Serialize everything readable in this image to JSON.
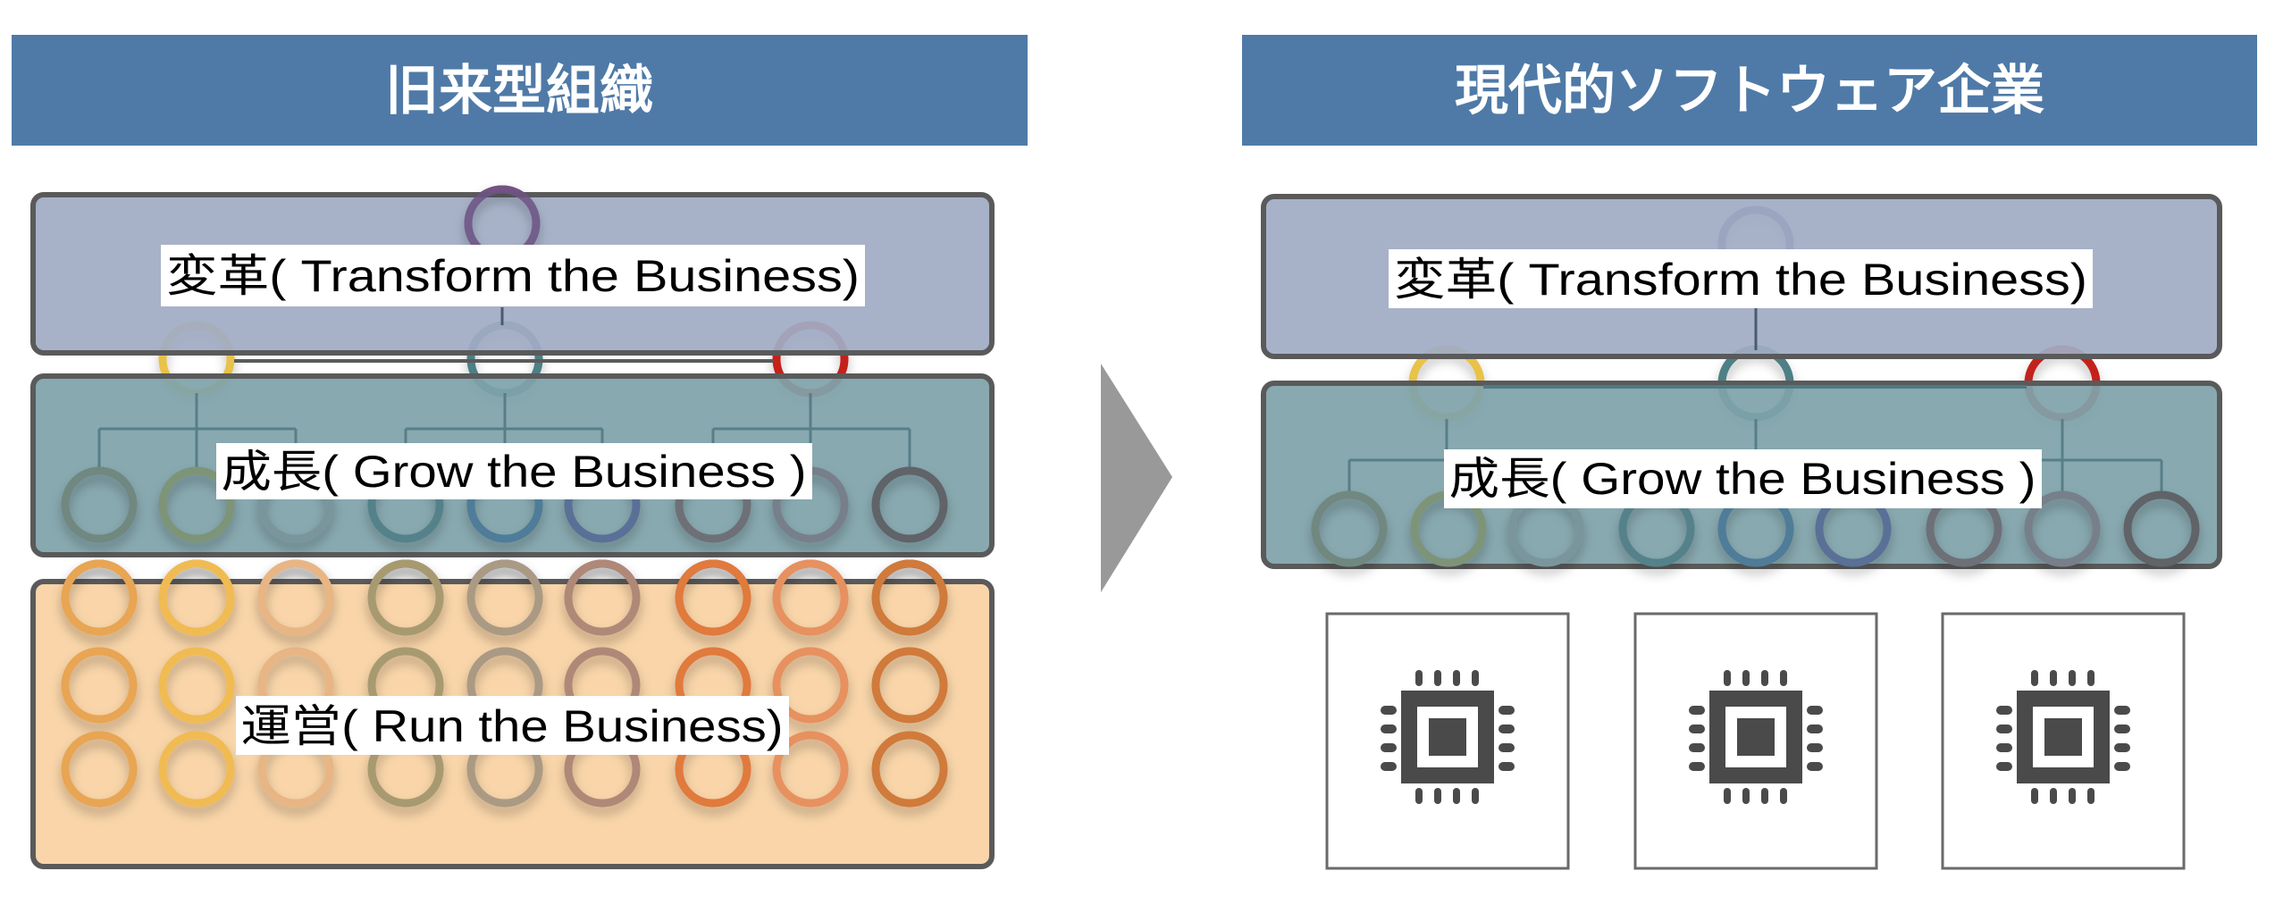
{
  "left": {
    "title": "旧来型組織",
    "layers": {
      "transform": "変革( Transform the Business)",
      "grow": "成長( Grow the Business )",
      "run": "運営( Run the Business)"
    },
    "top_ring_color": "#9a4a7f",
    "mid_ring_colors": [
      "#e8c24a",
      "#4e7f86",
      "#c3231f"
    ],
    "column_ring_colors": [
      "#e0913f",
      "#e8c24a",
      "#dfb7ad",
      "#4e7f86",
      "#4a85c7",
      "#6a52a8",
      "#c3231f",
      "#d4706d",
      "#9a2b17"
    ],
    "run_ring_colors": [
      "#e8a552",
      "#f0bb52",
      "#e8b585",
      "#a89a70",
      "#aa9a84",
      "#b08878",
      "#e07a3c",
      "#e6915f",
      "#d07a3a"
    ]
  },
  "right": {
    "title": "現代的ソフトウェア企業",
    "layers": {
      "transform": "変革( Transform the Business)",
      "grow": "成長( Grow the Business )"
    },
    "chip_count": 3,
    "chip_icon": "cpu-chip-icon"
  },
  "colors": {
    "header_bg": "#4f7aa7",
    "transform_fill": "#a0acc4",
    "grow_fill": "#7fa2aa",
    "run_fill": "#f8d0a0",
    "panel_border": "#5a5a5a",
    "arrow": "#999999",
    "chip": "#4a4a4a"
  }
}
